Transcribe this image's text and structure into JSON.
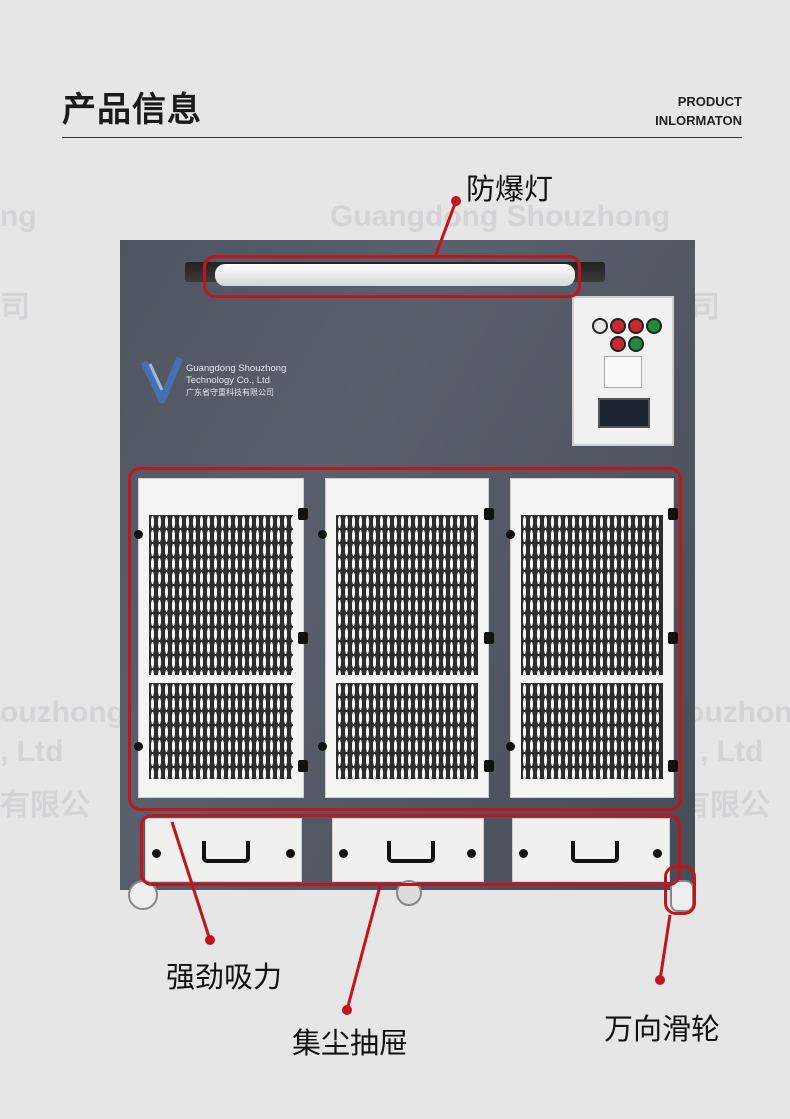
{
  "header": {
    "title_cn": "产品信息",
    "title_en_line1": "PRODUCT",
    "title_en_line2": "INLORMATON"
  },
  "watermark": {
    "company_en": "Guangdong Shouzhong",
    "company_en_2": "Technology Co., Ltd",
    "company_cn": "广东省守重科技有限公司",
    "frag_left_top": "ng",
    "frag_left_top2": "司",
    "frag_right_top": "司",
    "frag_left_mid": "ouzhong",
    "frag_left_mid2": ", Ltd",
    "frag_left_mid3": "有限公",
    "frag_right_mid": "ouzhong",
    "frag_right_mid2": ", Ltd",
    "frag_right_mid3": "有限公"
  },
  "product_logo": {
    "line1": "Guangdong Shouzhong",
    "line2": "Technology Co., Ltd",
    "line3": "广东省守重科技有限公司"
  },
  "callouts": {
    "lamp": "防爆灯",
    "suction": "强劲吸力",
    "drawer": "集尘抽屉",
    "wheel": "万向滑轮"
  },
  "colors": {
    "accent_red": "#c2141d",
    "cabinet_gray": "#535965",
    "background": "#e6e6e6"
  }
}
